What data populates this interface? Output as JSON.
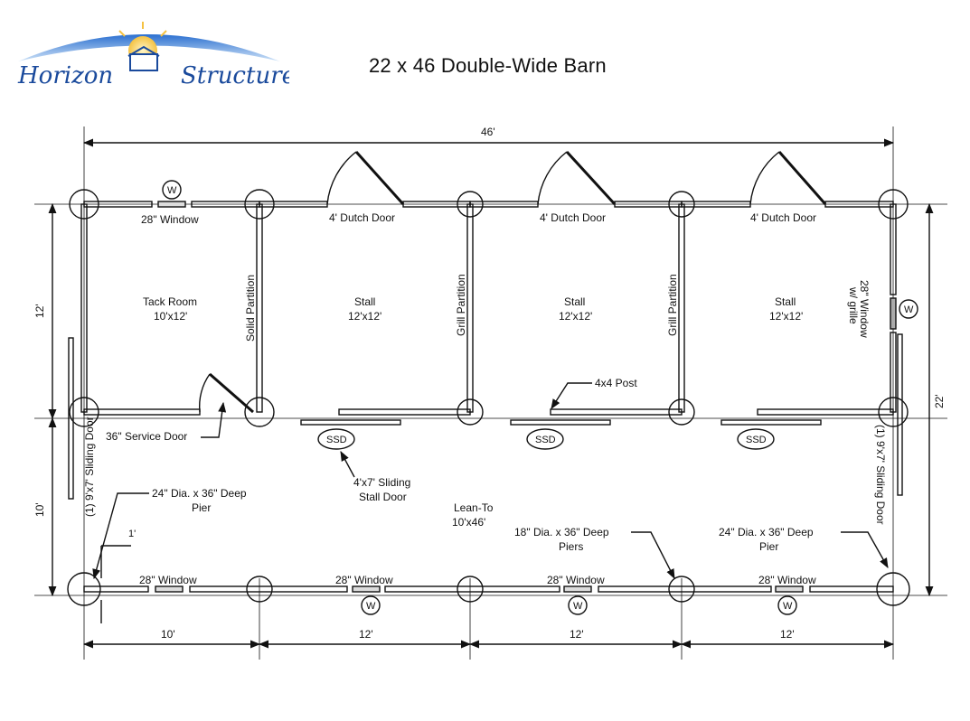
{
  "header": {
    "title": "22 x 46 Double-Wide Barn",
    "logo_word1": "Horizon",
    "logo_word2": "Structures"
  },
  "dimensions": {
    "overall_length": "46'",
    "overall_width": "22'",
    "upper_depth": "12'",
    "lower_depth": "10'",
    "bay_tack": "10'",
    "bay_2": "12'",
    "bay_3": "12'",
    "bay_4": "12'",
    "pier_offset": "1'"
  },
  "rooms": {
    "tack_name": "Tack Room",
    "tack_size": "10'x12'",
    "stall1_name": "Stall",
    "stall1_size": "12'x12'",
    "stall2_name": "Stall",
    "stall2_size": "12'x12'",
    "stall3_name": "Stall",
    "stall3_size": "12'x12'",
    "leanto_name": "Lean-To",
    "leanto_size": "10'x46'"
  },
  "partitions": {
    "solid": "Solid Partition",
    "grill1": "Grill Partition",
    "grill2": "Grill Partition"
  },
  "doors": {
    "dutch1": "4' Dutch Door",
    "dutch2": "4' Dutch Door",
    "dutch3": "4' Dutch Door",
    "service": "36\" Service Door",
    "sliding_left": "(1) 9'x7' Sliding Door",
    "sliding_right": "(1) 9'x7' Sliding Door",
    "ssd_note_line1": "4'x7' Sliding",
    "ssd_note_line2": "Stall Door",
    "ssd_tag": "SSD"
  },
  "windows": {
    "top_window": "28\" Window",
    "bottom_window_1": "28\" Window",
    "bottom_window_2": "28\" Window",
    "bottom_window_3": "28\" Window",
    "bottom_window_4": "28\" Window",
    "right_window_line1": "28\" Window",
    "right_window_line2": "w/ grille",
    "window_tag": "W"
  },
  "notes": {
    "post": "4x4 Post",
    "pier_left_line1": "24\" Dia. x 36\" Deep",
    "pier_left_line2": "Pier",
    "pier_mid_line1": "18\" Dia. x 36\" Deep",
    "pier_mid_line2": "Piers",
    "pier_right_line1": "24\" Dia. x 36\" Deep",
    "pier_right_line2": "Pier"
  },
  "colors": {
    "logo_blue": "#1a4a9c",
    "logo_sun": "#f5c242",
    "line": "#111111"
  }
}
